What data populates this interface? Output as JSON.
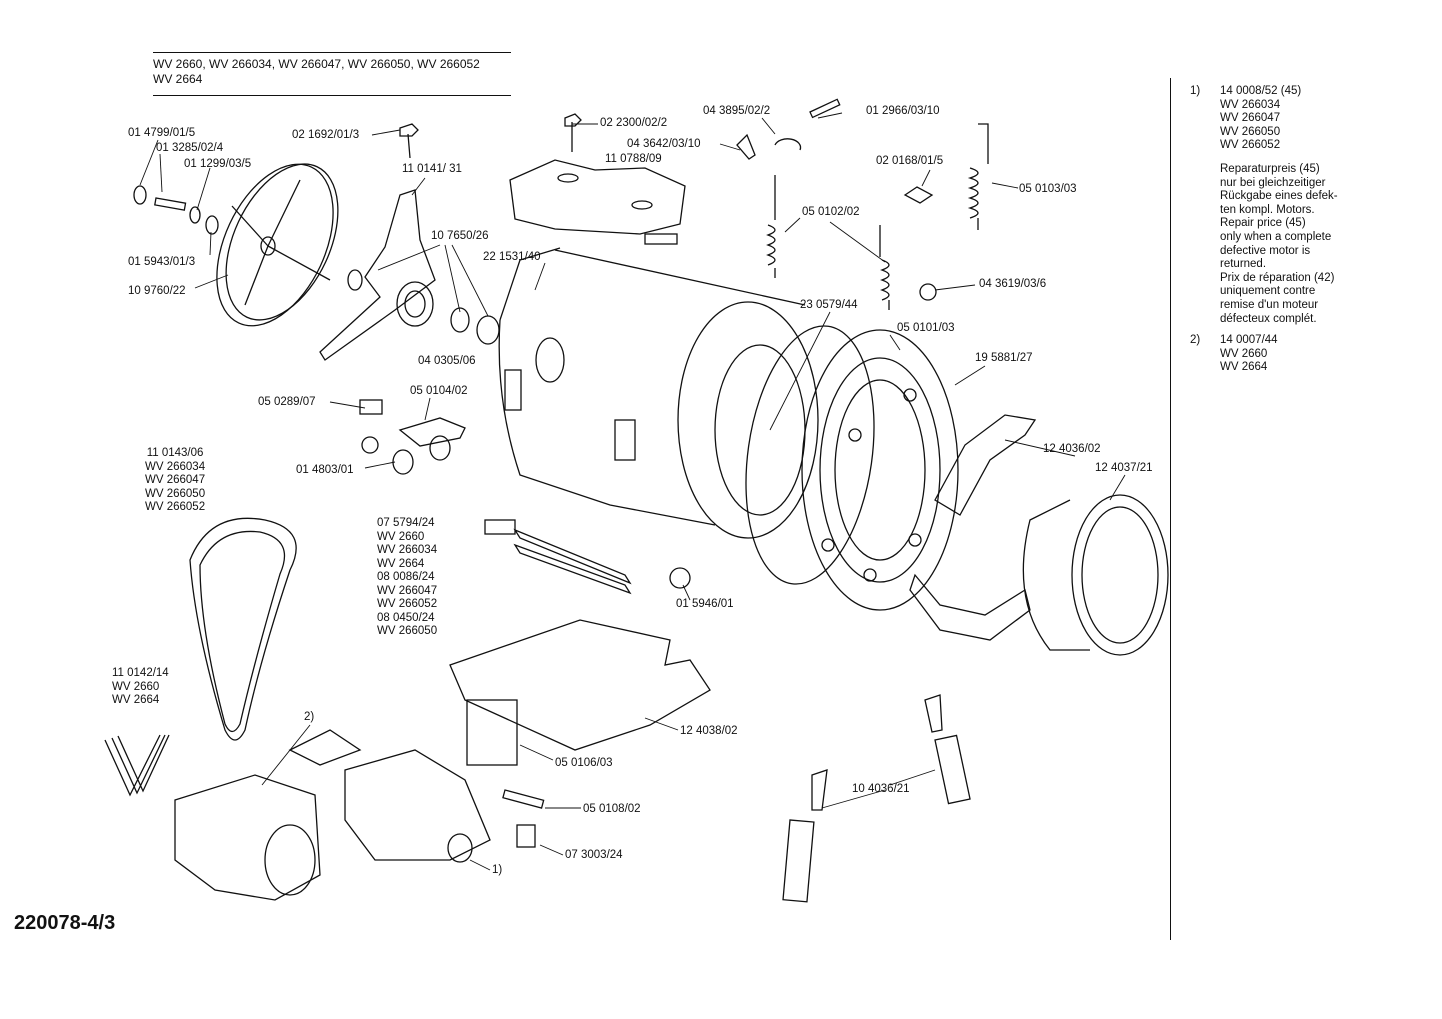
{
  "header": {
    "line1": "WV 2660, WV 266034, WV 266047, WV 266050, WV 266052",
    "line2": "WV 2664"
  },
  "doc_number": "220078-4/3",
  "labels": {
    "p014799": "01 4799/01/5",
    "p013285": "01 3285/02/4",
    "p011299": "01 1299/03/5",
    "p015943": "01 5943/01/3",
    "p109760": "10 9760/22",
    "p021692": "02 1692/01/3",
    "p110141": "11 0141/ 31",
    "p107650": "10 7650/26",
    "p040305": "04 0305/06",
    "p022300": "02 2300/02/2",
    "p110788": "11 0788/09",
    "p043642": "04 3642/03/10",
    "p043895": "04 3895/02/2",
    "p012966": "01 2966/03/10",
    "p020168": "02 0168/01/5",
    "p050103": "05 0103/03",
    "p050102": "05 0102/02",
    "p043619": "04 3619/03/6",
    "p221531": "22 1531/40",
    "p230579": "23 0579/44",
    "p050101": "05 0101/03",
    "p195881": "19 5881/27",
    "p124036": "12 4036/02",
    "p124037": "12 4037/21",
    "p050289": "05 0289/07",
    "p050104": "05 0104/02",
    "p014803": "01 4803/01",
    "p015946": "01 5946/01",
    "p124038": "12 4038/02",
    "p050106": "05 0106/03",
    "p050108": "05 0108/02",
    "p073003": "07 3003/24",
    "p104036": "10 4036/21",
    "note1_marker": "1)",
    "note2_marker": "2)"
  },
  "belt_block": [
    "11 0143/06",
    "WV 266034",
    "WV 266047",
    "WV 266050",
    "WV 266052"
  ],
  "belt2_block": [
    "11 0142/14",
    "WV 2660",
    "WV 2664"
  ],
  "heater_block": [
    "07 5794/24",
    "WV 2660",
    "WV 266034",
    "WV 2664",
    "08 0086/24",
    "WV 266047",
    "WV 266052",
    "08 0450/24",
    "WV 266050"
  ],
  "notes": {
    "n1_idx": "1)",
    "n1_lines": [
      "14 0008/52  (45)",
      "WV 266034",
      "WV 266047",
      "WV 266050",
      "WV 266052"
    ],
    "n1_text": [
      "Reparaturpreis  (45)",
      "nur bei gleichzeitiger",
      "Rückgabe eines defek-",
      "ten kompl. Motors.",
      "Repair price  (45)",
      "only when a complete",
      "defective motor is",
      "returned.",
      "Prix de réparation (42)",
      "uniquement contre",
      "remise d'un moteur",
      "défecteux complét."
    ],
    "n2_idx": "2)",
    "n2_lines": [
      "14 0007/44",
      "WV 2660",
      "WV 2664"
    ]
  }
}
